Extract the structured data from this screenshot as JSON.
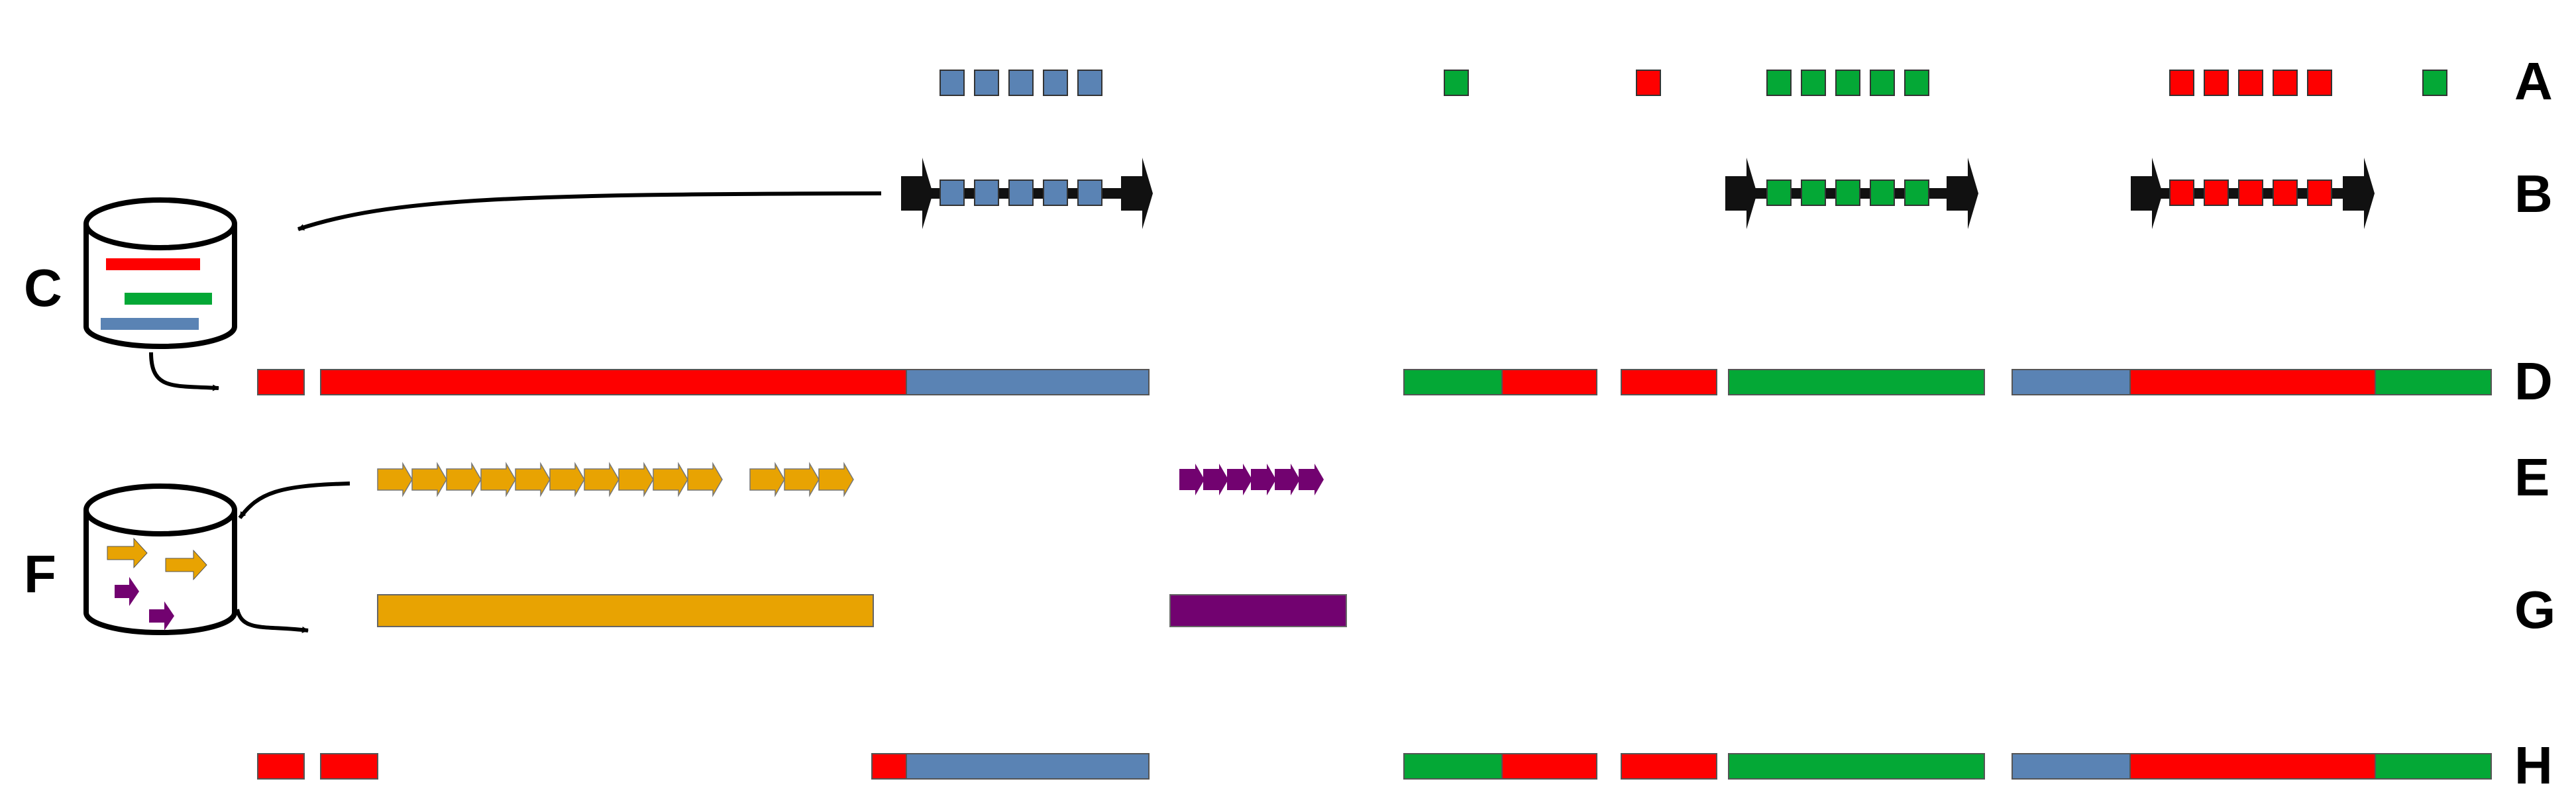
{
  "colors": {
    "red": "#fe0000",
    "green": "#04a836",
    "blue": "#5a83b4",
    "orange": "#e8a302",
    "purple": "#720270",
    "black": "#000000"
  },
  "labels": {
    "A": "A",
    "B": "B",
    "C": "C",
    "D": "D",
    "E": "E",
    "F": "F",
    "G": "G",
    "H": "H"
  }
}
